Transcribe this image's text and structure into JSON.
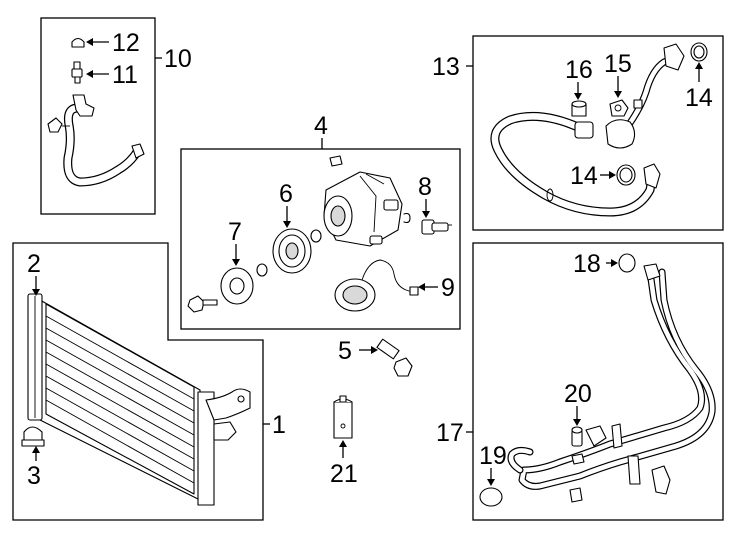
{
  "diagram": {
    "callouts": [
      {
        "id": "c1",
        "label": "1",
        "target": "condenser"
      },
      {
        "id": "c2",
        "label": "2",
        "target": "condenser-side-tank"
      },
      {
        "id": "c3",
        "label": "3",
        "target": "condenser-mount-cushion"
      },
      {
        "id": "c4",
        "label": "4",
        "target": "compressor-assembly"
      },
      {
        "id": "c5",
        "label": "5",
        "target": "compressor-mount-bolt"
      },
      {
        "id": "c6",
        "label": "6",
        "target": "clutch-pulley"
      },
      {
        "id": "c7",
        "label": "7",
        "target": "clutch-hub"
      },
      {
        "id": "c8",
        "label": "8",
        "target": "relief-valve"
      },
      {
        "id": "c9",
        "label": "9",
        "target": "clutch-coil"
      },
      {
        "id": "c10",
        "label": "10",
        "target": "suction-hose-assembly"
      },
      {
        "id": "c11",
        "label": "11",
        "target": "service-valve"
      },
      {
        "id": "c12",
        "label": "12",
        "target": "service-valve-cap"
      },
      {
        "id": "c13",
        "label": "13",
        "target": "discharge-hose-assembly"
      },
      {
        "id": "c14a",
        "label": "14",
        "target": "o-ring-upper"
      },
      {
        "id": "c14b",
        "label": "14",
        "target": "o-ring-lower"
      },
      {
        "id": "c15",
        "label": "15",
        "target": "hose-nut"
      },
      {
        "id": "c16",
        "label": "16",
        "target": "hose-cap"
      },
      {
        "id": "c17",
        "label": "17",
        "target": "liquid-line-assembly"
      },
      {
        "id": "c18",
        "label": "18",
        "target": "liquid-line-o-ring"
      },
      {
        "id": "c19",
        "label": "19",
        "target": "line-o-ring"
      },
      {
        "id": "c20",
        "label": "20",
        "target": "line-service-valve"
      },
      {
        "id": "c21",
        "label": "21",
        "target": "receiver-drier"
      }
    ]
  }
}
